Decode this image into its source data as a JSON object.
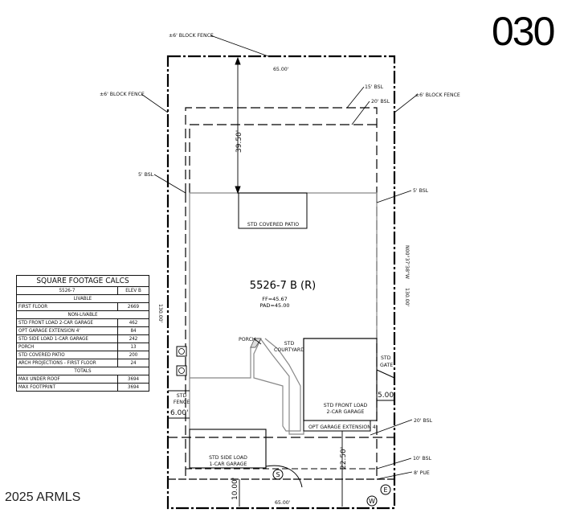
{
  "lot_number": "030",
  "copyright": "2025 ARMLS",
  "plan": {
    "model": "5526-7 B (R)",
    "ff": "FF=45.67",
    "pad": "PAD=45.00"
  },
  "labels": {
    "block_fence_top": "±6' BLOCK FENCE",
    "block_fence_left": "±6' BLOCK FENCE",
    "block_fence_right": "±6' BLOCK FENCE",
    "bsl_15": "15' BSL",
    "bsl_20_top": "20' BSL",
    "bsl_5_left": "5' BSL",
    "bsl_5_right": "5' BSL",
    "bsl_20_bottom": "20' BSL",
    "bsl_10": "10' BSL",
    "pue_8": "8' PUE",
    "std_covered_patio": "STD COVERED PATIO",
    "porch": "PORCH",
    "std_courtyard_1": "STD",
    "std_courtyard_2": "COURTYARD",
    "std_gate_1": "STD",
    "std_gate_2": "GATE",
    "std_fence_1": "STD",
    "std_fence_2": "FENCE",
    "front_garage_1": "STD FRONT LOAD",
    "front_garage_2": "2-CAR GARAGE",
    "garage_ext": "OPT GARAGE EXTENSION 4'",
    "side_garage_1": "STD SIDE LOAD",
    "side_garage_2": "1-CAR GARAGE",
    "sewer": "S",
    "electric": "E",
    "water": "W"
  },
  "dimensions": {
    "top_width": "65.00'",
    "bottom_width": "65.00'",
    "rear_setback": "39.50'",
    "left_depth": "130.00'",
    "right_depth": "130.00'",
    "right_bearing": "N00°37'38\"W",
    "left_side_yard": "6.00'",
    "right_side_yard": "5.00'",
    "driveway_depth": "22.50'",
    "front_strip": "10.00'"
  },
  "sf_table": {
    "title": "SQUARE FOOTAGE CALCS",
    "plan": "5526-7",
    "elev": "ELEV B",
    "livable_header": "LIVABLE",
    "livable": [
      {
        "label": "FIRST FLOOR",
        "value": "2669"
      }
    ],
    "nonlivable_header": "NON-LIVABLE",
    "nonlivable": [
      {
        "label": "STD FRONT LOAD 2-CAR GARAGE",
        "value": "462"
      },
      {
        "label": "OPT GARAGE EXTENSION 4'",
        "value": "84"
      },
      {
        "label": "STD SIDE LOAD 1-CAR GARAGE",
        "value": "242"
      },
      {
        "label": "PORCH",
        "value": "13"
      },
      {
        "label": "STD COVERED PATIO",
        "value": "200"
      },
      {
        "label": "ARCH PROJECTIONS - FIRST FLOOR",
        "value": "24"
      }
    ],
    "totals_header": "TOTALS",
    "totals": [
      {
        "label": "MAX UNDER ROOF",
        "value": "3694"
      },
      {
        "label": "MAX FOOTPRINT",
        "value": "3694"
      }
    ]
  }
}
